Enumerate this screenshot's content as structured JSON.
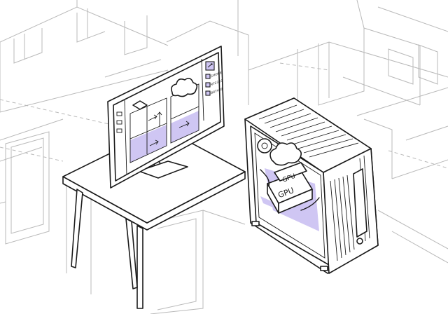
{
  "scene": {
    "gpu_label": "GPU",
    "monitor_sidebar_labels": [
      "SHORE",
      "RT2318",
      "BRT438"
    ]
  },
  "colors": {
    "accent": "#cfc6f3",
    "ink": "#1a1a1a",
    "room_lines": "#b9b9b9",
    "background": "#ffffff"
  }
}
